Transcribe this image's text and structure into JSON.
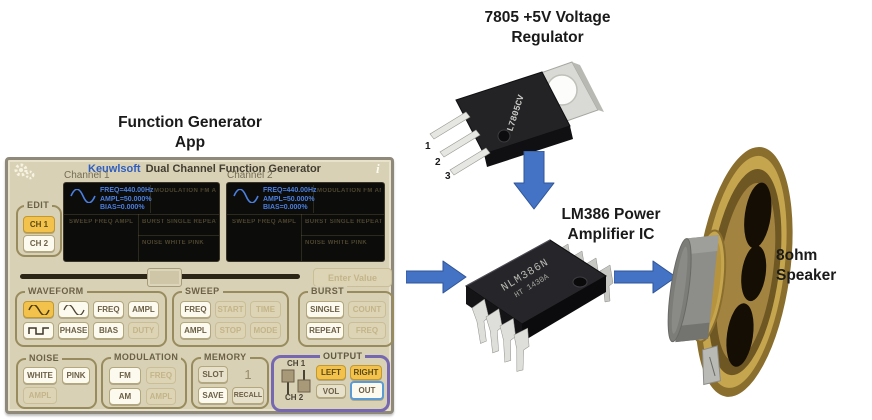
{
  "annotations": {
    "app_line1": "Function Generator",
    "app_line2": "App",
    "regulator_line1": "7805 +5V Voltage",
    "regulator_line2": "Regulator",
    "amplifier_line1": "LM386 Power",
    "amplifier_line2": "Amplifier IC",
    "speaker": "8ohm Speaker"
  },
  "app": {
    "header": {
      "brand": "Keuwlsoft",
      "title": "Dual Channel Function Generator",
      "info": "i"
    },
    "channels": {
      "ch1": "Channel 1",
      "ch2": "Channel 2"
    },
    "display": {
      "freq": "FREQ=440.00Hz",
      "ampl": "AMPL=50.000%",
      "bias": "BIAS=0.000%",
      "modulation": "MODULATION FM AM",
      "sweep": "SWEEP FREQ AMPL",
      "burst": "BURST SINGLE REPEAT",
      "noise": "NOISE WHITE PINK"
    },
    "edit": {
      "label": "EDIT",
      "ch1": "CH 1",
      "ch2": "CH 2"
    },
    "enter_value": "Enter Value",
    "waveform": {
      "label": "WAVEFORM",
      "freq": "FREQ",
      "ampl": "AMPL",
      "phase": "PHASE",
      "bias": "BIAS",
      "duty": "DUTY"
    },
    "sweep": {
      "label": "SWEEP",
      "freq": "FREQ",
      "start": "START",
      "time": "TIME",
      "ampl": "AMPL",
      "stop": "STOP",
      "mode": "MODE"
    },
    "burst": {
      "label": "BURST",
      "single": "SINGLE",
      "count": "COUNT",
      "repeat": "REPEAT",
      "freq": "FREQ"
    },
    "noise": {
      "label": "NOISE",
      "white": "WHITE",
      "pink": "PINK",
      "ampl": "AMPL"
    },
    "modulation": {
      "label": "MODULATION",
      "fm": "FM",
      "freq": "FREQ",
      "am": "AM",
      "ampl": "AMPL"
    },
    "memory": {
      "label": "MEMORY",
      "slot": "SLOT",
      "slot_value": "1",
      "save": "SAVE",
      "recall": "RECALL"
    },
    "output": {
      "label": "OUTPUT",
      "ch1": "CH 1",
      "ch2": "CH 2",
      "left": "LEFT",
      "right": "RIGHT",
      "vol": "VOL",
      "out": "OUT"
    }
  },
  "components": {
    "regulator": {
      "marking": "L7805CV",
      "pins": [
        "1",
        "2",
        "3"
      ]
    },
    "amplifier": {
      "marking_line1": "NLM386N",
      "marking_line2": "HT 1430A"
    }
  },
  "colors": {
    "arrow": "#4472C4",
    "arrow_edge": "#2F5597",
    "app_bg": "#D9D1B5",
    "active_yellow": "#F2C24D",
    "output_border": "#7668B0",
    "out_button_border": "#5B9BD5",
    "display_text_blue": "#4A7FE0"
  }
}
